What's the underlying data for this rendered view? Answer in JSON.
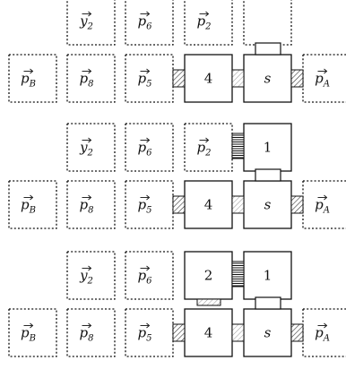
{
  "stages": [
    {
      "top_row": [
        {
          "name": "y",
          "sub": "2"
        },
        {
          "name": "p",
          "sub": "6"
        },
        {
          "name": "p",
          "sub": "2"
        },
        {
          "name": "",
          "sub": ""
        }
      ],
      "bottom_row": [
        {
          "name": "p",
          "sub": "B"
        },
        {
          "name": "p",
          "sub": "8"
        },
        {
          "name": "p",
          "sub": "5"
        },
        {
          "label": "4"
        },
        {
          "label": "s"
        },
        {
          "name": "p",
          "sub": "A"
        }
      ]
    },
    {
      "top_row": [
        {
          "name": "y",
          "sub": "2"
        },
        {
          "name": "p",
          "sub": "6"
        },
        {
          "name": "p",
          "sub": "2"
        },
        {
          "label": "1"
        }
      ],
      "bottom_row": [
        {
          "name": "p",
          "sub": "B"
        },
        {
          "name": "p",
          "sub": "8"
        },
        {
          "name": "p",
          "sub": "5"
        },
        {
          "label": "4"
        },
        {
          "label": "s"
        },
        {
          "name": "p",
          "sub": "A"
        }
      ]
    },
    {
      "top_row": [
        {
          "name": "y",
          "sub": "2"
        },
        {
          "name": "p",
          "sub": "6"
        },
        {
          "label": "2"
        },
        {
          "label": "1"
        }
      ],
      "bottom_row": [
        {
          "name": "p",
          "sub": "B"
        },
        {
          "name": "p",
          "sub": "8"
        },
        {
          "name": "p",
          "sub": "5"
        },
        {
          "label": "4"
        },
        {
          "label": "s"
        },
        {
          "name": "p",
          "sub": "A"
        }
      ]
    }
  ]
}
